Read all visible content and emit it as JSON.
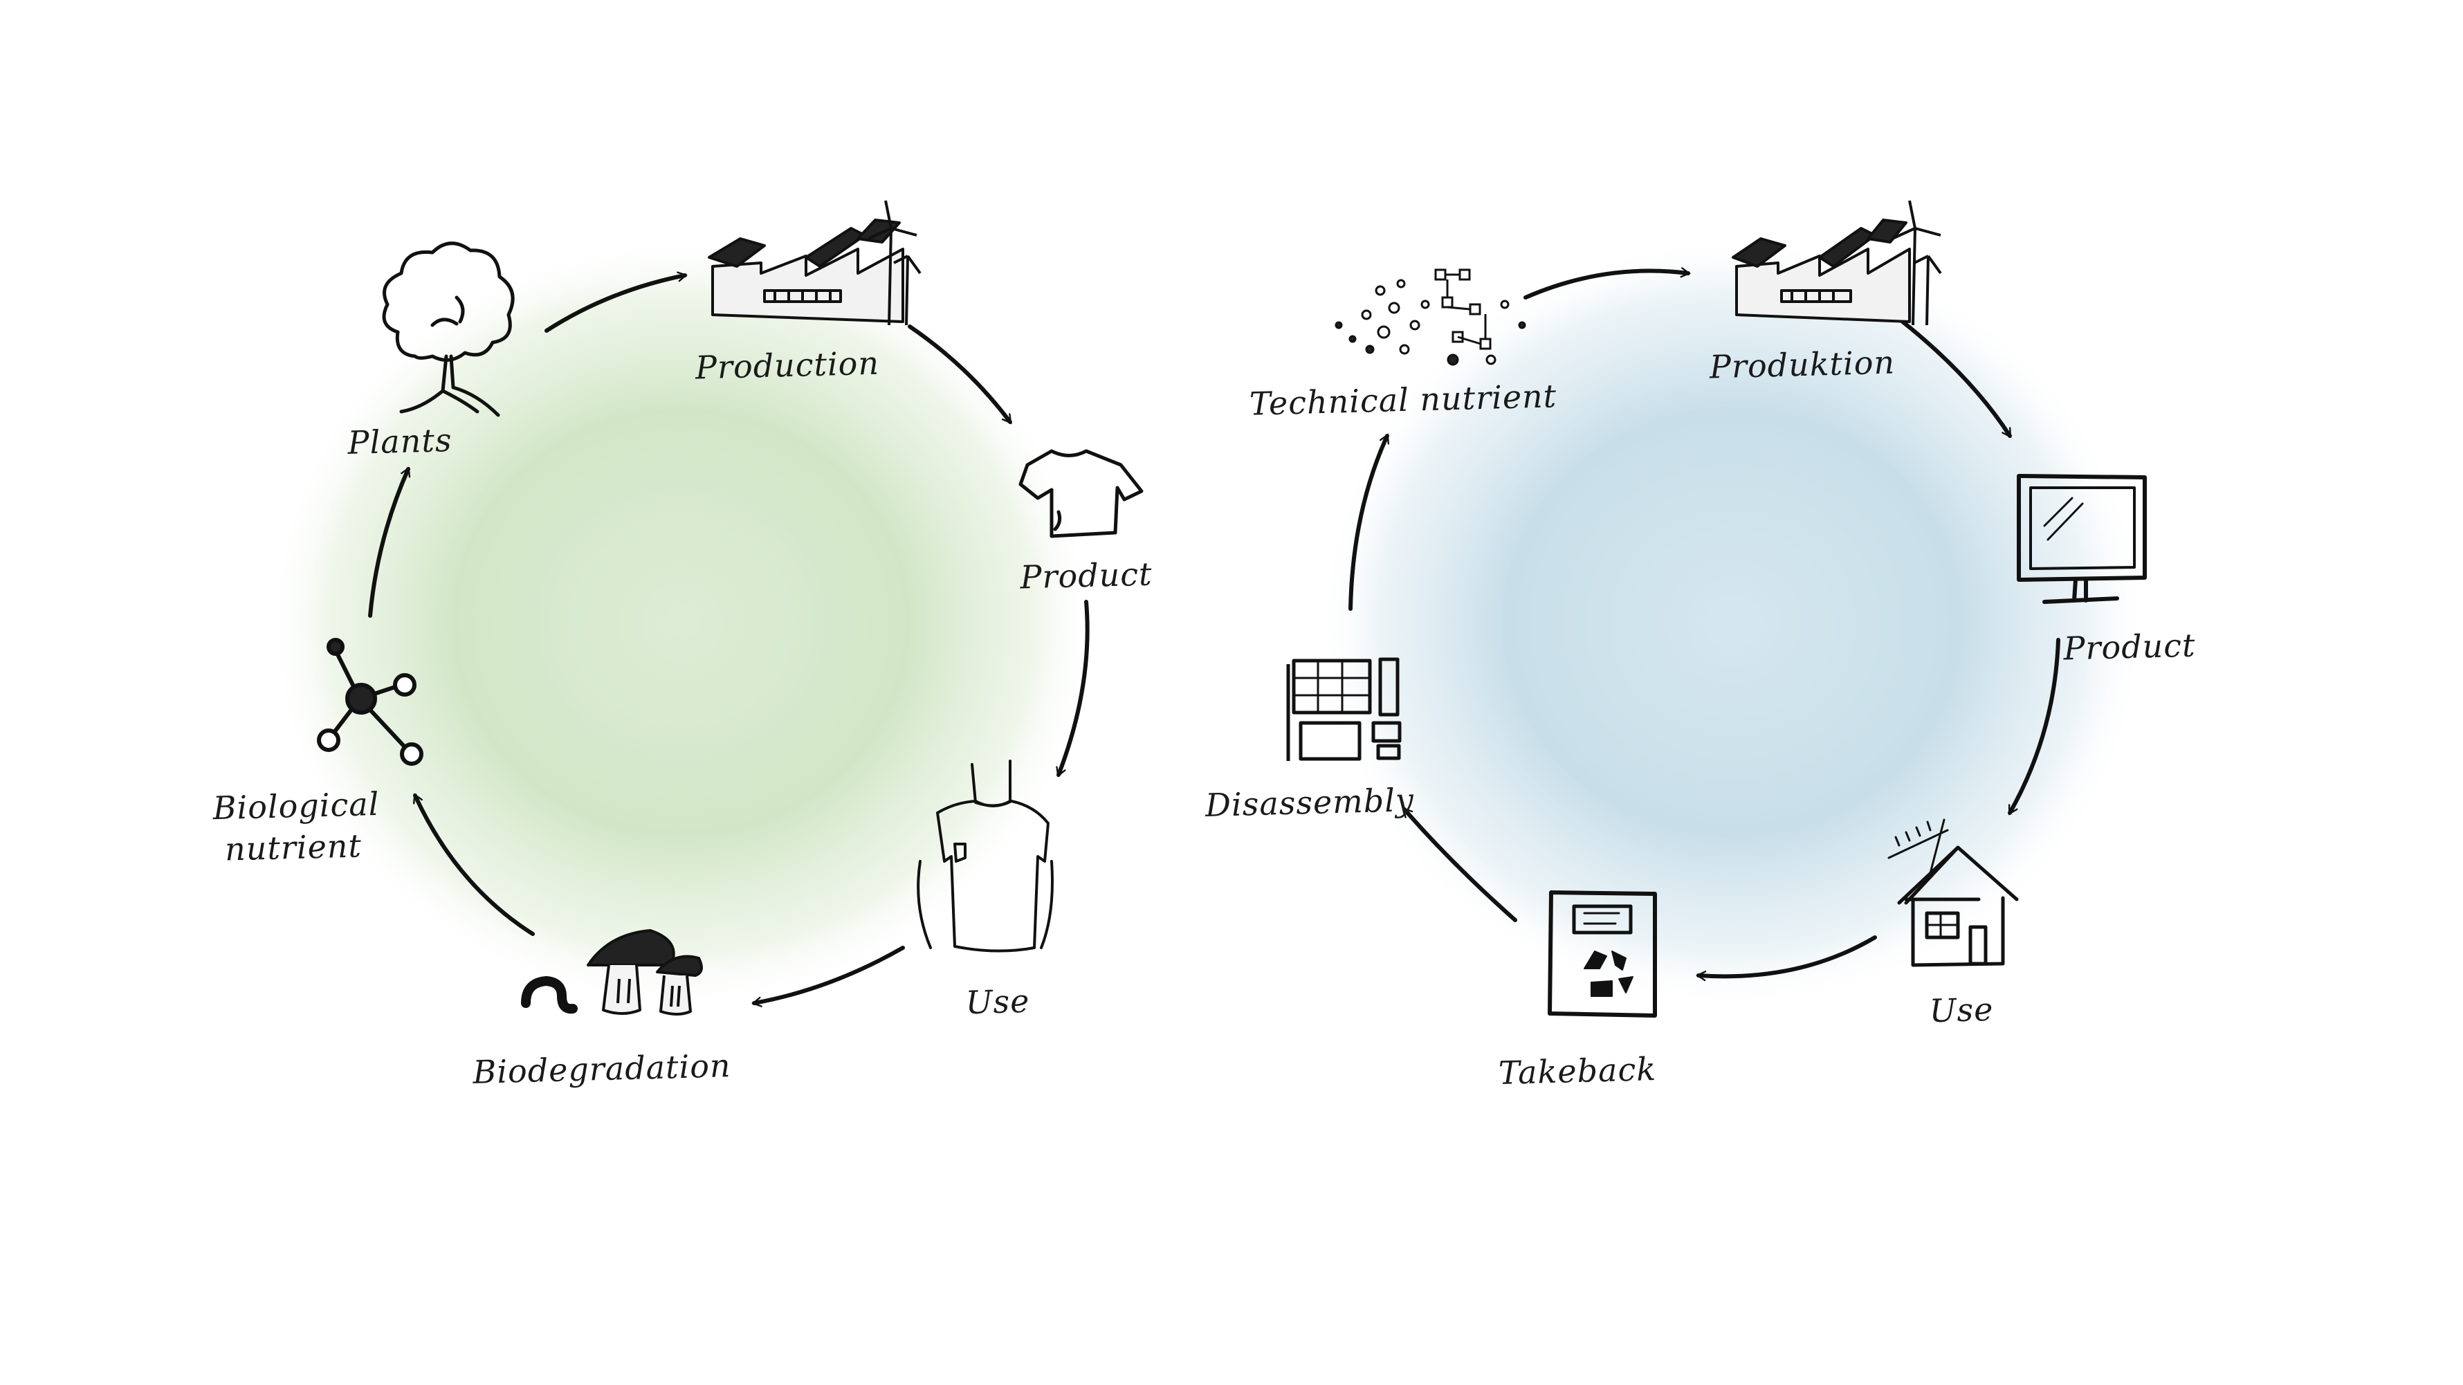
{
  "bio_cycle": {
    "plants": "Plants",
    "production": "Production",
    "product": "Product",
    "use": "Use",
    "biodegradation": "Biodegradation",
    "bio_nutrient_line1": "Biological",
    "bio_nutrient_line2": "nutrient",
    "glow_color": "#d2e6c8"
  },
  "tech_cycle": {
    "technical_nutrient": "Technical nutrient",
    "production": "Produktion",
    "product": "Product",
    "use": "Use",
    "takeback": "Takeback",
    "disassembly": "Disassembly",
    "glow_color": "#c7dfe9"
  },
  "icons": [
    "tree-icon",
    "factory-icon",
    "tshirt-icon",
    "person-shirt-icon",
    "mushroom-worm-icon",
    "molecule-icon",
    "particles-icon",
    "monitor-icon",
    "house-icon",
    "recycle-bin-icon",
    "components-icon"
  ]
}
